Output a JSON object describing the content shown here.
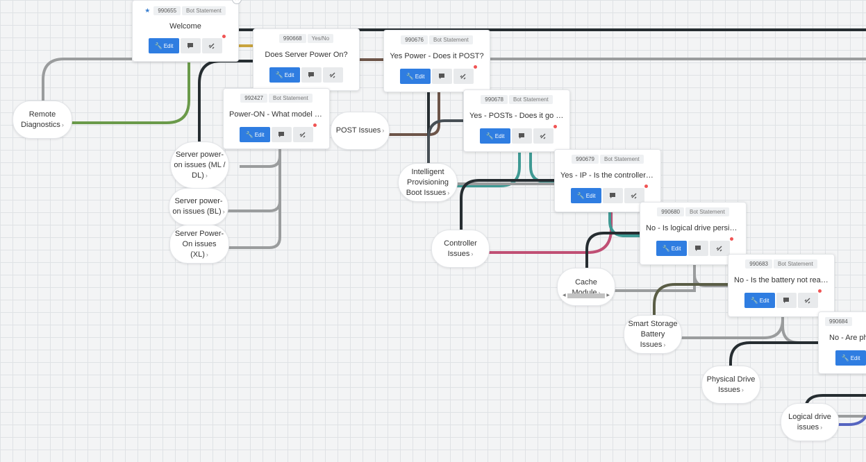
{
  "cards": {
    "c1": {
      "id": "990655",
      "type": "Bot Statement",
      "title": "Welcome"
    },
    "c2": {
      "id": "990668",
      "type": "Yes/No",
      "title": "Does Server Power On?"
    },
    "c3": {
      "id": "990676",
      "type": "Bot Statement",
      "title": "Yes Power - Does it POST?"
    },
    "c4": {
      "id": "992427",
      "type": "Bot Statement",
      "title": "Power-ON - What model is your server?"
    },
    "c5": {
      "id": "990678",
      "type": "Bot Statement",
      "title": "Yes - POSTs - Does it go further?"
    },
    "c6": {
      "id": "990679",
      "type": "Bot Statement",
      "title": "Yes - IP -  Is the controller detected?"
    },
    "c7": {
      "id": "990680",
      "type": "Bot Statement",
      "title": "No - Is logical drive persistent?"
    },
    "c8": {
      "id": "990683",
      "type": "Bot Statement",
      "title": "No - Is the battery not ready?"
    },
    "c9": {
      "id": "990684",
      "type": "Bot Statement",
      "title": "No - Are physical drives OK?"
    }
  },
  "edit_label": "Edit",
  "topics": {
    "remote": {
      "line1": "Remote",
      "line2": "Diagnostics"
    },
    "ml": {
      "line1": "Server power-",
      "line2": "on issues (ML /",
      "line3": "DL)"
    },
    "bl": {
      "line1": "Server power-",
      "line2": "on issues (BL)"
    },
    "xl": {
      "line1": "Server Power-",
      "line2": "On issues (XL)"
    },
    "post": {
      "line1": "POST Issues"
    },
    "ip": {
      "line1": "Intelligent",
      "line2": "Provisioning",
      "line3": "Boot Issues"
    },
    "controller": {
      "line1": "Controller",
      "line2": "Issues"
    },
    "cache": {
      "line1": "Cache Module"
    },
    "battery": {
      "line1": "Smart Storage",
      "line2": "Battery Issues"
    },
    "physical": {
      "line1": "Physical Drive",
      "line2": "Issues"
    },
    "logical": {
      "line1": "Logical drive",
      "line2": "issues"
    }
  },
  "icons": {
    "edit": "wrench-icon",
    "comment": "comment-icon",
    "link": "link-icon",
    "favorite": "star-icon",
    "close": "close-icon",
    "expand": "chevron-right-icon"
  },
  "colors": {
    "primary_button": "#2f7de1",
    "wire_dark": "#262d31",
    "wire_gray": "#9a9c9d",
    "wire_green": "#6a9a4a",
    "wire_gold": "#c9a43e",
    "wire_brown": "#6d5549",
    "wire_teal": "#3f9a94",
    "wire_pink": "#c04f74",
    "wire_olive": "#5a5d46",
    "wire_indigo": "#5564c0",
    "notification_dot": "#f05454"
  }
}
